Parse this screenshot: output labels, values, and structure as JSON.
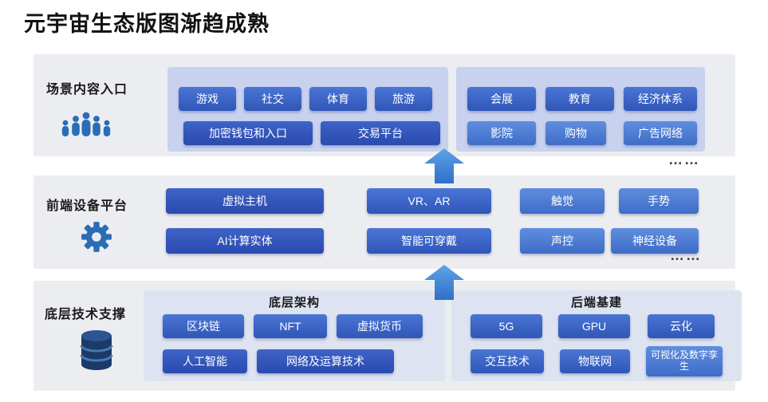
{
  "title": "元宇宙生态版图渐趋成熟",
  "ellipsis": "……",
  "colors": {
    "band_bg": "#ecedf0",
    "panel_top_bg": "#c8d2ee",
    "panel_bottom_bg": "#dde3f1",
    "button_blue_dark": "#2a4aae",
    "button_blue_mid": "#3056b8",
    "button_blue_light": "#3f6cc8",
    "button_text": "#ffffff",
    "icon_blue": "#2a6db6",
    "database_navy": "#1b3a68",
    "arrow_blue": "#2f6fc8",
    "title_color": "#111111"
  },
  "layers": {
    "scene": {
      "label": "场景内容入口",
      "groups": {
        "left": {
          "row1": [
            "游戏",
            "社交",
            "体育",
            "旅游"
          ],
          "row2": [
            "加密钱包和入口",
            "交易平台"
          ]
        },
        "right": {
          "row1": [
            "会展",
            "教育",
            "经济体系"
          ],
          "row2": [
            "影院",
            "购物",
            "广告网络"
          ]
        }
      }
    },
    "device": {
      "label": "前端设备平台",
      "row1": [
        "虚拟主机",
        "VR、AR",
        "触觉",
        "手势"
      ],
      "row2": [
        "AI计算实体",
        "智能可穿戴",
        "声控",
        "神经设备"
      ]
    },
    "tech": {
      "label": "底层技术支撑",
      "groups": {
        "left": {
          "title": "底层架构",
          "row1": [
            "区块链",
            "NFT",
            "虚拟货币"
          ],
          "row2": [
            "人工智能",
            "网络及运算技术"
          ]
        },
        "right": {
          "title": "后端基建",
          "row1": [
            "5G",
            "GPU",
            "云化"
          ],
          "row2": [
            "交互技术",
            "物联网",
            "可视化及数字孪生"
          ]
        }
      }
    }
  }
}
